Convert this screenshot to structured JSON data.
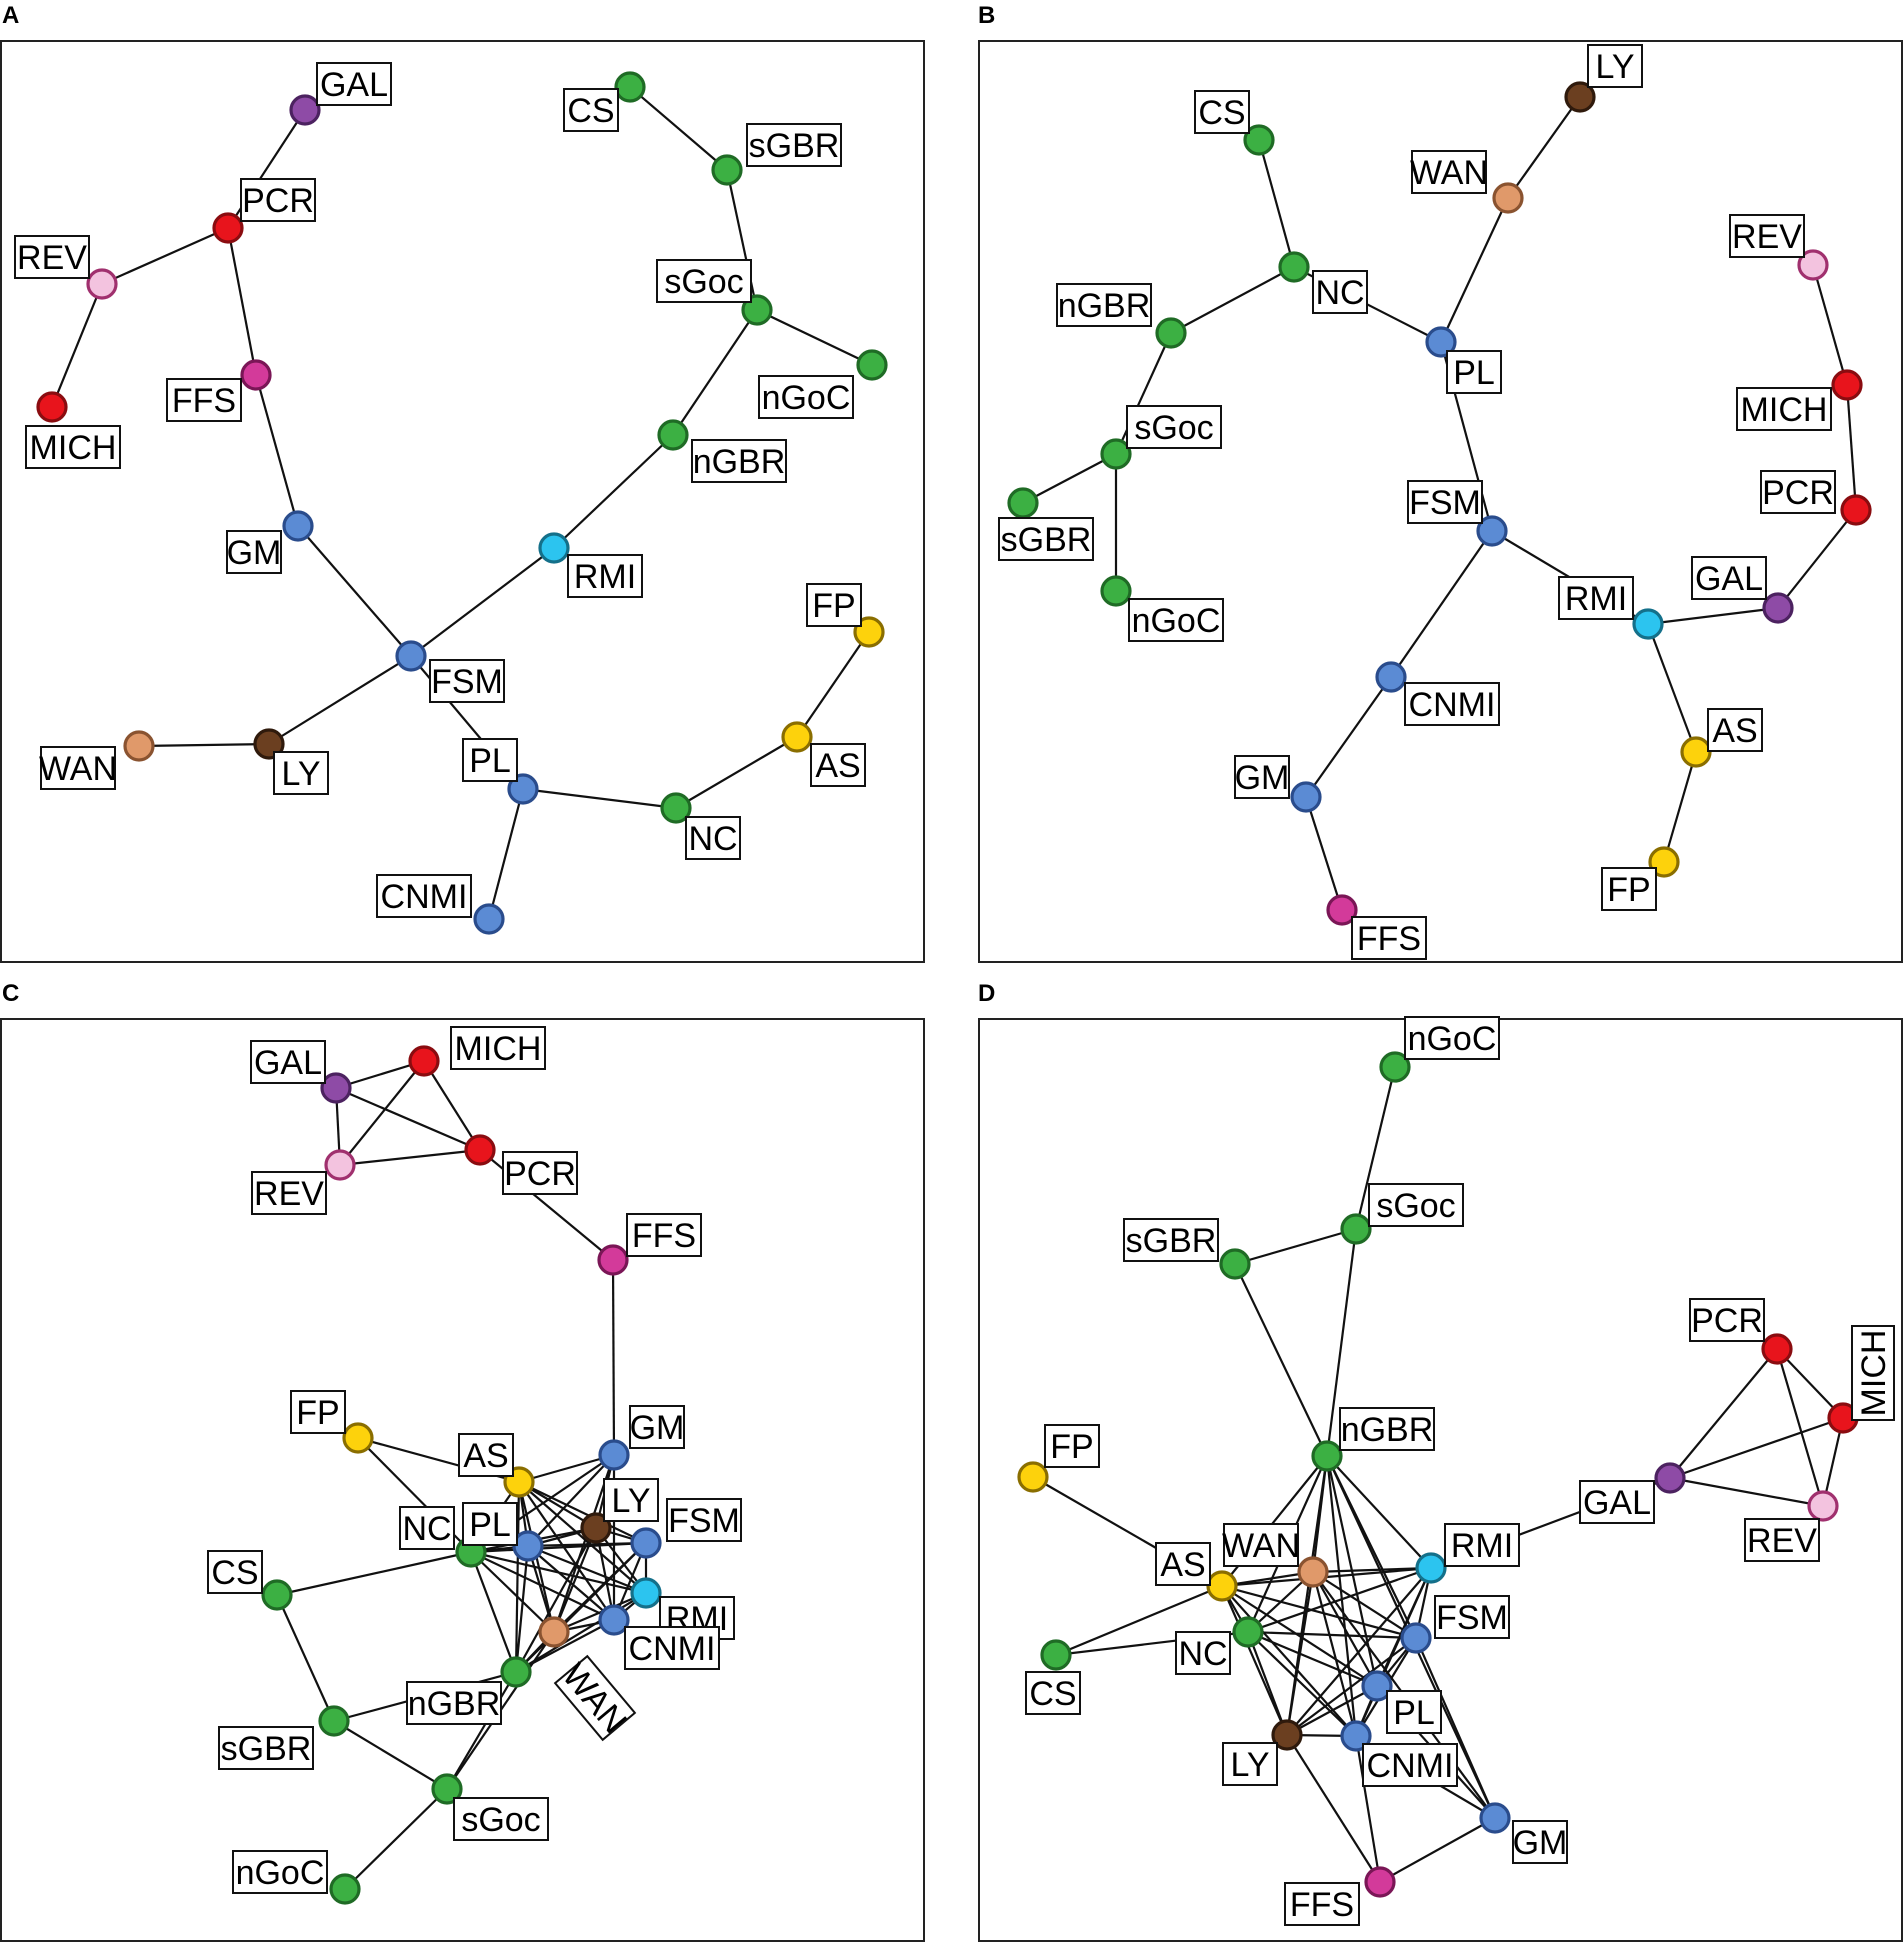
{
  "colors": {
    "green": {
      "fill": "#3cb043",
      "stroke": "#1f6b25"
    },
    "blue": {
      "fill": "#5b8bd4",
      "stroke": "#2a4c8c"
    },
    "cyan": {
      "fill": "#2cc4ef",
      "stroke": "#14708a"
    },
    "red": {
      "fill": "#e8141c",
      "stroke": "#8a0c10"
    },
    "pink": {
      "fill": "#f3c3df",
      "stroke": "#a0306e"
    },
    "magenta": {
      "fill": "#d33a9a",
      "stroke": "#7a1656"
    },
    "purple": {
      "fill": "#8e4ba6",
      "stroke": "#4c2260"
    },
    "orange": {
      "fill": "#e0996a",
      "stroke": "#8a5330"
    },
    "brown": {
      "fill": "#6b3f20",
      "stroke": "#2f1a0c"
    },
    "yellow": {
      "fill": "#fdd20c",
      "stroke": "#8a6e00"
    }
  },
  "node_colors": {
    "CS": "green",
    "sGBR": "green",
    "sGoc": "green",
    "nGoC": "green",
    "nGBR": "green",
    "NC": "green",
    "GM": "blue",
    "FSM": "blue",
    "PL": "blue",
    "CNMI": "blue",
    "RMI": "cyan",
    "PCR": "red",
    "MICH": "red",
    "REV": "pink",
    "FFS": "magenta",
    "GAL": "purple",
    "WAN": "orange",
    "LY": "brown",
    "FP": "yellow",
    "AS": "yellow"
  },
  "panels": [
    {
      "letter": "A",
      "edges": [
        [
          "GAL",
          "PCR"
        ],
        [
          "PCR",
          "REV"
        ],
        [
          "REV",
          "MICH"
        ],
        [
          "PCR",
          "FFS"
        ],
        [
          "FFS",
          "GM"
        ],
        [
          "GM",
          "FSM"
        ],
        [
          "FSM",
          "RMI"
        ],
        [
          "RMI",
          "nGBR"
        ],
        [
          "nGBR",
          "sGoc"
        ],
        [
          "sGoc",
          "nGoC"
        ],
        [
          "sGoc",
          "sGBR"
        ],
        [
          "sGBR",
          "CS"
        ],
        [
          "FSM",
          "LY"
        ],
        [
          "LY",
          "WAN"
        ],
        [
          "FSM",
          "PL"
        ],
        [
          "PL",
          "CNMI"
        ],
        [
          "PL",
          "NC"
        ],
        [
          "NC",
          "AS"
        ],
        [
          "AS",
          "FP"
        ]
      ]
    },
    {
      "letter": "B",
      "edges": [
        [
          "CS",
          "NC"
        ],
        [
          "NC",
          "nGBR"
        ],
        [
          "nGBR",
          "sGoc"
        ],
        [
          "sGoc",
          "sGBR"
        ],
        [
          "sGoc",
          "nGoC"
        ],
        [
          "NC",
          "PL"
        ],
        [
          "PL",
          "WAN"
        ],
        [
          "WAN",
          "LY"
        ],
        [
          "PL",
          "FSM"
        ],
        [
          "FSM",
          "RMI"
        ],
        [
          "FSM",
          "CNMI"
        ],
        [
          "CNMI",
          "GM"
        ],
        [
          "GM",
          "FFS"
        ],
        [
          "RMI",
          "GAL"
        ],
        [
          "GAL",
          "PCR"
        ],
        [
          "PCR",
          "MICH"
        ],
        [
          "MICH",
          "REV"
        ],
        [
          "RMI",
          "AS"
        ],
        [
          "AS",
          "FP"
        ]
      ]
    },
    {
      "letter": "C",
      "edges": [
        [
          "GAL",
          "MICH"
        ],
        [
          "GAL",
          "REV"
        ],
        [
          "GAL",
          "PCR"
        ],
        [
          "MICH",
          "PCR"
        ],
        [
          "MICH",
          "REV"
        ],
        [
          "REV",
          "PCR"
        ],
        [
          "PCR",
          "FFS"
        ],
        [
          "FFS",
          "GM"
        ],
        [
          "FP",
          "AS"
        ],
        [
          "FP",
          "NC"
        ],
        [
          "CS",
          "NC"
        ],
        [
          "CS",
          "sGBR"
        ],
        [
          "sGBR",
          "nGBR"
        ],
        [
          "sGBR",
          "sGoc"
        ],
        [
          "sGoc",
          "nGoC"
        ],
        [
          "sGoc",
          "nGBR"
        ],
        [
          "sGoc",
          "WAN"
        ],
        [
          "AS",
          "NC"
        ],
        [
          "AS",
          "PL"
        ],
        [
          "AS",
          "LY"
        ],
        [
          "AS",
          "FSM"
        ],
        [
          "AS",
          "RMI"
        ],
        [
          "AS",
          "CNMI"
        ],
        [
          "AS",
          "WAN"
        ],
        [
          "AS",
          "nGBR"
        ],
        [
          "AS",
          "GM"
        ],
        [
          "NC",
          "PL"
        ],
        [
          "NC",
          "LY"
        ],
        [
          "NC",
          "FSM"
        ],
        [
          "NC",
          "RMI"
        ],
        [
          "NC",
          "CNMI"
        ],
        [
          "NC",
          "WAN"
        ],
        [
          "NC",
          "nGBR"
        ],
        [
          "NC",
          "GM"
        ],
        [
          "PL",
          "LY"
        ],
        [
          "PL",
          "FSM"
        ],
        [
          "PL",
          "RMI"
        ],
        [
          "PL",
          "CNMI"
        ],
        [
          "PL",
          "WAN"
        ],
        [
          "PL",
          "nGBR"
        ],
        [
          "PL",
          "GM"
        ],
        [
          "LY",
          "FSM"
        ],
        [
          "LY",
          "RMI"
        ],
        [
          "LY",
          "CNMI"
        ],
        [
          "LY",
          "WAN"
        ],
        [
          "LY",
          "nGBR"
        ],
        [
          "LY",
          "GM"
        ],
        [
          "FSM",
          "RMI"
        ],
        [
          "FSM",
          "CNMI"
        ],
        [
          "FSM",
          "WAN"
        ],
        [
          "FSM",
          "nGBR"
        ],
        [
          "RMI",
          "CNMI"
        ],
        [
          "RMI",
          "WAN"
        ],
        [
          "RMI",
          "nGBR"
        ],
        [
          "CNMI",
          "WAN"
        ],
        [
          "CNMI",
          "nGBR"
        ],
        [
          "WAN",
          "nGBR"
        ],
        [
          "GM",
          "WAN"
        ],
        [
          "GM",
          "CNMI"
        ]
      ]
    },
    {
      "letter": "D",
      "edges": [
        [
          "nGoC",
          "sGoc"
        ],
        [
          "sGoc",
          "sGBR"
        ],
        [
          "sGoc",
          "nGBR"
        ],
        [
          "sGBR",
          "nGBR"
        ],
        [
          "FP",
          "AS"
        ],
        [
          "CS",
          "AS"
        ],
        [
          "CS",
          "NC"
        ],
        [
          "nGBR",
          "AS"
        ],
        [
          "nGBR",
          "WAN"
        ],
        [
          "nGBR",
          "RMI"
        ],
        [
          "nGBR",
          "NC"
        ],
        [
          "nGBR",
          "FSM"
        ],
        [
          "nGBR",
          "LY"
        ],
        [
          "nGBR",
          "PL"
        ],
        [
          "nGBR",
          "CNMI"
        ],
        [
          "nGBR",
          "GM"
        ],
        [
          "AS",
          "WAN"
        ],
        [
          "AS",
          "RMI"
        ],
        [
          "AS",
          "NC"
        ],
        [
          "AS",
          "FSM"
        ],
        [
          "AS",
          "LY"
        ],
        [
          "AS",
          "PL"
        ],
        [
          "AS",
          "CNMI"
        ],
        [
          "WAN",
          "RMI"
        ],
        [
          "WAN",
          "NC"
        ],
        [
          "WAN",
          "FSM"
        ],
        [
          "WAN",
          "LY"
        ],
        [
          "WAN",
          "PL"
        ],
        [
          "WAN",
          "CNMI"
        ],
        [
          "WAN",
          "GM"
        ],
        [
          "RMI",
          "NC"
        ],
        [
          "RMI",
          "FSM"
        ],
        [
          "RMI",
          "LY"
        ],
        [
          "RMI",
          "PL"
        ],
        [
          "RMI",
          "CNMI"
        ],
        [
          "RMI",
          "GAL"
        ],
        [
          "NC",
          "FSM"
        ],
        [
          "NC",
          "LY"
        ],
        [
          "NC",
          "PL"
        ],
        [
          "NC",
          "CNMI"
        ],
        [
          "FSM",
          "LY"
        ],
        [
          "FSM",
          "PL"
        ],
        [
          "FSM",
          "CNMI"
        ],
        [
          "FSM",
          "GM"
        ],
        [
          "LY",
          "PL"
        ],
        [
          "LY",
          "CNMI"
        ],
        [
          "LY",
          "FFS"
        ],
        [
          "PL",
          "CNMI"
        ],
        [
          "PL",
          "GM"
        ],
        [
          "CNMI",
          "GM"
        ],
        [
          "CNMI",
          "FFS"
        ],
        [
          "GM",
          "FFS"
        ],
        [
          "GAL",
          "PCR"
        ],
        [
          "GAL",
          "MICH"
        ],
        [
          "GAL",
          "REV"
        ],
        [
          "PCR",
          "MICH"
        ],
        [
          "PCR",
          "REV"
        ],
        [
          "MICH",
          "REV"
        ]
      ]
    }
  ]
}
